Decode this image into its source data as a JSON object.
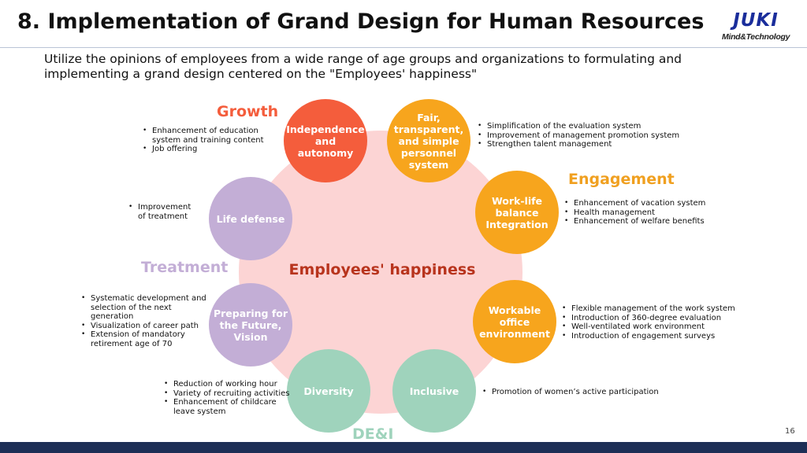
{
  "header": {
    "title": "8. Implementation of Grand Design for Human Resources",
    "logo_mark": "JUKI",
    "logo_tagline": "Mind&Technology",
    "subtitle": "Utilize the opinions of employees from a wide range of age groups and organizations to formulating and implementing a grand design centered on the \"Employees' happiness\""
  },
  "center": {
    "label": "Employees' happiness"
  },
  "categories": {
    "growth": {
      "label": "Growth",
      "color": "#f45d3c"
    },
    "engagement": {
      "label": "Engagement",
      "color": "#f0a020"
    },
    "treatment": {
      "label": "Treatment",
      "color": "#c3aed6"
    },
    "dei": {
      "label": "DE&I",
      "color": "#9fd3bc"
    }
  },
  "circles": {
    "independence": {
      "label": "Independence and autonomy",
      "color": "#f45d3c"
    },
    "fair": {
      "label": "Fair, transparent, and simple personnel system",
      "color": "#f7a51d"
    },
    "worklife": {
      "label": "Work-life balance Integration",
      "color": "#f7a51d"
    },
    "workable": {
      "label": "Workable office environment",
      "color": "#f7a51d"
    },
    "inclusive": {
      "label": "Inclusive",
      "color": "#9fd3bc"
    },
    "diversity": {
      "label": "Diversity",
      "color": "#9fd3bc"
    },
    "preparing": {
      "label": "Preparing for the Future, Vision",
      "color": "#c3aed6"
    },
    "lifedefense": {
      "label": "Life defense",
      "color": "#c3aed6"
    }
  },
  "bullets": {
    "independence": [
      "Enhancement of education system and training content",
      "Job offering"
    ],
    "fair": [
      "Simplification of  the evaluation system",
      "Improvement of management promotion system",
      "Strengthen talent management"
    ],
    "worklife": [
      "Enhancement of vacation system",
      "Health management",
      "Enhancement of welfare benefits"
    ],
    "workable": [
      "Flexible management of the work system",
      "Introduction of 360-degree evaluation",
      "Well-ventilated work environment",
      "Introduction of engagement surveys"
    ],
    "inclusive": [
      "Promotion of women’s active participation"
    ],
    "diversity": [
      "Reduction of working hour",
      "Variety of recruiting activities",
      "Enhancement of childcare leave system"
    ],
    "preparing": [
      "Systematic development and selection of the next generation",
      "Visualization of career path",
      "Extension of mandatory retirement age of 70"
    ],
    "lifedefense": [
      "Improvement of treatment"
    ]
  },
  "footer": {
    "page_number": "16",
    "bar_color": "#1d2e56"
  }
}
